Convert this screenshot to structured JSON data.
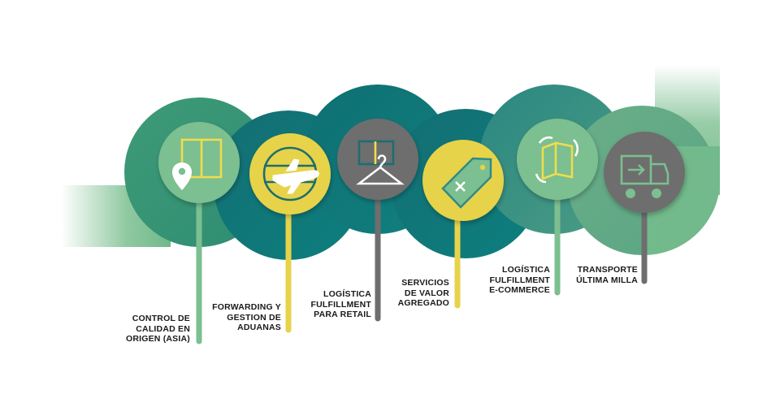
{
  "colors": {
    "green_light": "#7cbf90",
    "green_mid": "#45a07a",
    "teal_dark": "#0f7a7c",
    "teal_mid": "#2e8a86",
    "yellow": "#e6d34a",
    "gray": "#6e6e6e"
  },
  "steps": [
    {
      "id": "control-calidad",
      "icon": "map-pin-book-icon",
      "color": "green_light",
      "label_lines": [
        "CONTROL DE",
        "CALIDAD EN",
        "ORIGEN (ASIA)"
      ]
    },
    {
      "id": "forwarding",
      "icon": "globe-plane-icon",
      "color": "yellow",
      "label_lines": [
        "FORWARDING Y",
        "GESTION DE",
        "ADUANAS"
      ]
    },
    {
      "id": "fulfillment-retail",
      "icon": "hanger-icon",
      "color": "gray",
      "label_lines": [
        "LOGÍSTICA",
        "FULFILLMENT",
        "PARA RETAIL"
      ]
    },
    {
      "id": "valor-agregado",
      "icon": "price-tag-icon",
      "color": "yellow",
      "label_lines": [
        "SERVICIOS",
        "DE VALOR",
        "AGREGADO"
      ]
    },
    {
      "id": "fulfillment-ecommerce",
      "icon": "box-arrows-icon",
      "color": "green_light",
      "label_lines": [
        "LOGÍSTICA",
        "FULFILLMENT",
        "E-COMMERCE"
      ]
    },
    {
      "id": "ultima-milla",
      "icon": "delivery-truck-icon",
      "color": "gray",
      "label_lines": [
        "TRANSPORTE",
        "ÚLTIMA MILLA"
      ]
    }
  ]
}
